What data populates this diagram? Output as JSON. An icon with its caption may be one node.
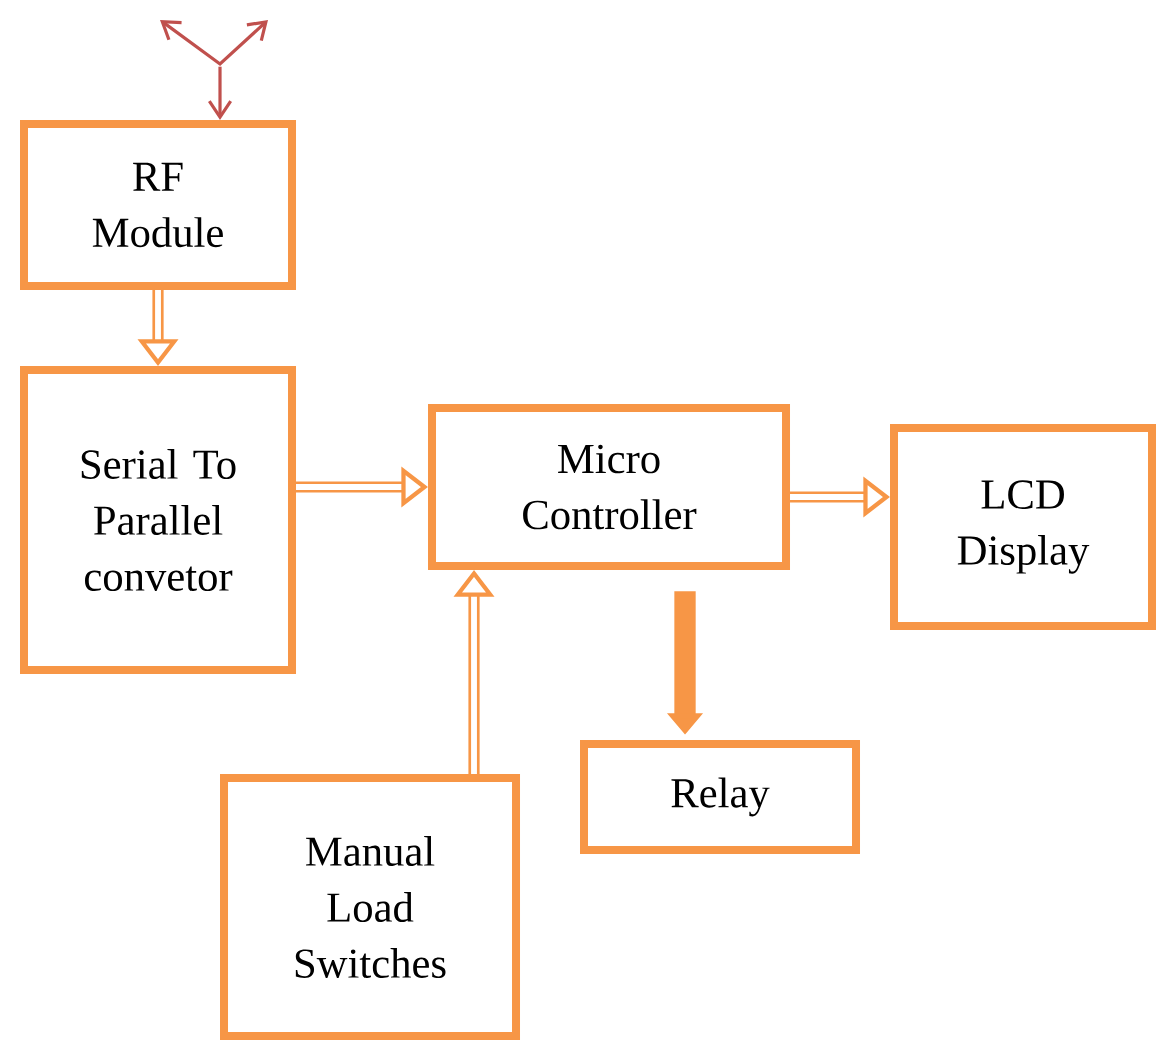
{
  "diagram": {
    "nodes": [
      {
        "text": [
          "RF Module"
        ]
      },
      {
        "text": [
          "Serial To Parallel convetor"
        ]
      },
      {
        "text": [
          "Micro Controller"
        ]
      },
      {
        "text": [
          "LCD Display"
        ]
      },
      {
        "text": [
          "Relay"
        ]
      },
      {
        "text": [
          "Manual Load Switches"
        ]
      }
    ],
    "edges": [
      {
        "from": null,
        "to": 0,
        "arrow": "to",
        "color": "#c0504d"
      },
      {
        "from": 0,
        "to": 1,
        "arrow": "to"
      },
      {
        "from": 1,
        "to": 2,
        "arrow": "to"
      },
      {
        "from": 2,
        "to": 3,
        "arrow": "to"
      },
      {
        "from": 5,
        "to": 2,
        "arrow": "to"
      },
      {
        "from": 2,
        "to": 4,
        "arrow": "to",
        "style": "thick"
      }
    ]
  }
}
